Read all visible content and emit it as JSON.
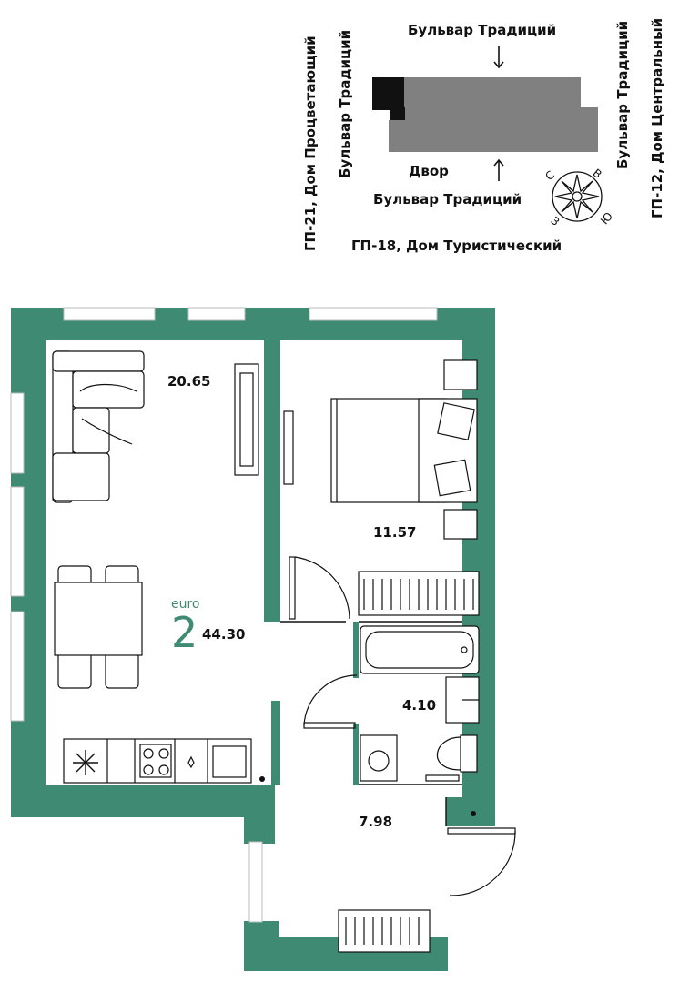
{
  "site_plan": {
    "street_top": "Бульвар Традиций",
    "street_bottom": "Бульвар Традиций",
    "street_left": "Бульвар Традиций",
    "street_right": "Бульвар Традиций",
    "yard": "Двор",
    "neighbor_left": "ГП-21, Дом Процветающий",
    "neighbor_bottom": "ГП-18, Дом Туристический",
    "neighbor_right": "ГП-12, Дом Центральный"
  },
  "compass": {
    "n": "С",
    "e": "В",
    "s": "Ю",
    "w": "З"
  },
  "apartment": {
    "type_label": "euro",
    "rooms": "2",
    "total_area": "44.30",
    "living_area": "20.65",
    "bedroom_area": "11.57",
    "bathroom_area": "4.10",
    "hall_area": "7.98"
  },
  "colors": {
    "wall": "#3f8a72",
    "building": "#808080",
    "building_dark": "#111111"
  }
}
